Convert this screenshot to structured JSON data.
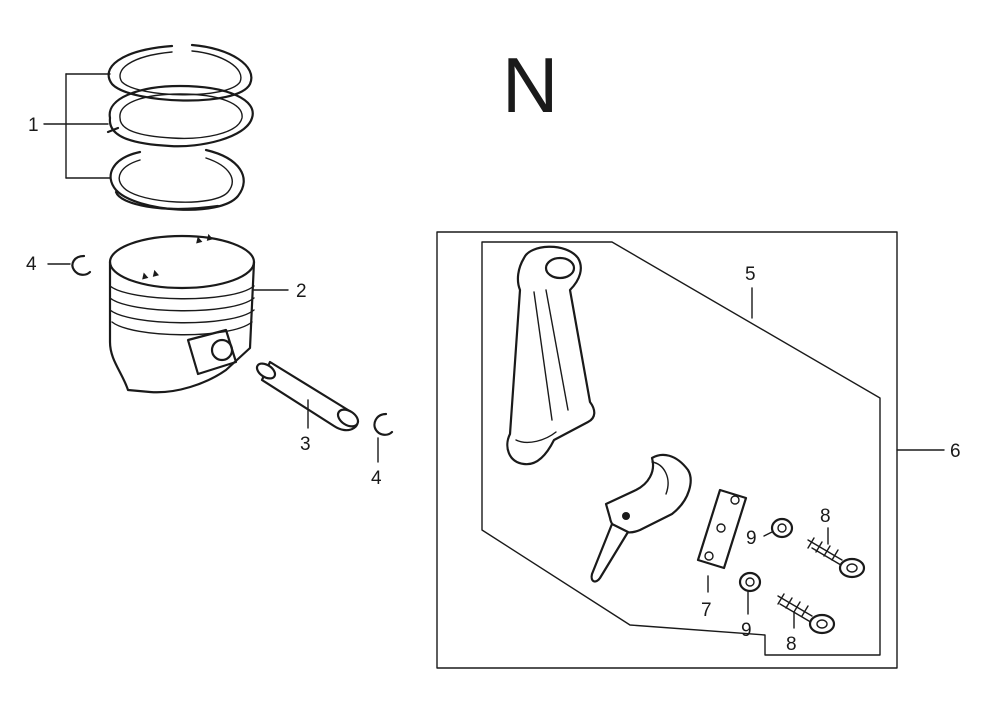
{
  "section_letter": "N",
  "callouts": {
    "c1": "1",
    "c2": "2",
    "c3": "3",
    "c4a": "4",
    "c4b": "4",
    "c5": "5",
    "c6": "6",
    "c7": "7",
    "c8a": "8",
    "c8b": "8",
    "c9a": "9",
    "c9b": "9"
  }
}
